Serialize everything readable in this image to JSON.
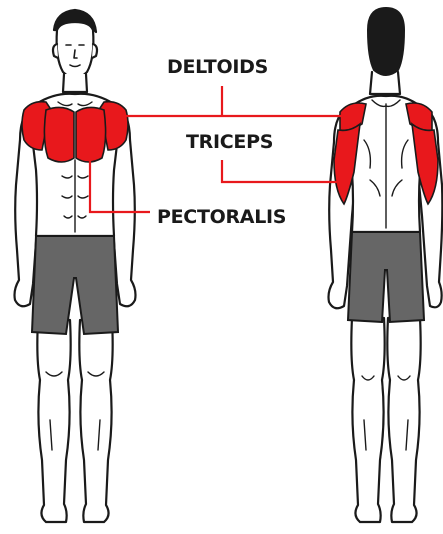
{
  "labels": {
    "deltoids": "DELTOIDS",
    "triceps": "TRICEPS",
    "pectoralis": "PECTORALIS"
  },
  "colors": {
    "muscle_highlight": "#e8181c",
    "shorts": "#666666",
    "outline": "#1a1a1a",
    "hair": "#1a1a1a",
    "leader_line": "#e8181c",
    "label_text": "#1a1a1a"
  },
  "figures": {
    "front": {
      "view": "front",
      "highlighted_muscles": [
        "deltoids",
        "pectoralis"
      ]
    },
    "back": {
      "view": "back",
      "highlighted_muscles": [
        "deltoids",
        "triceps"
      ]
    }
  }
}
